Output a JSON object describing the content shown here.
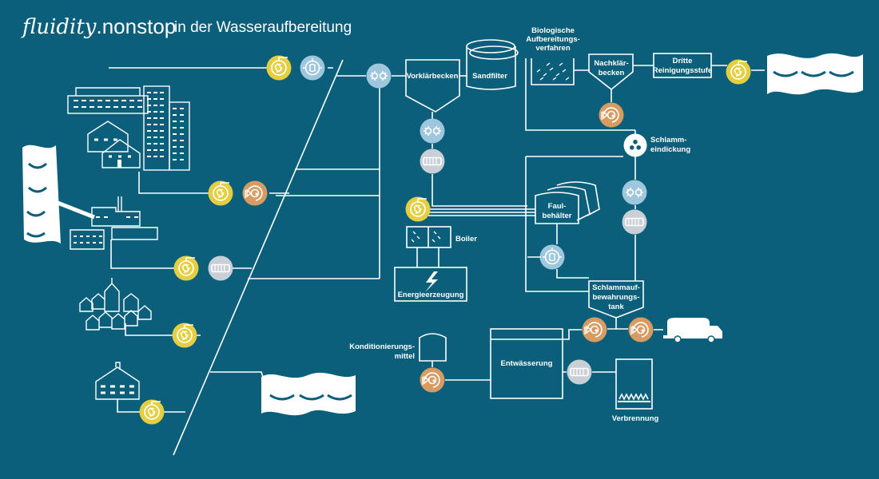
{
  "header": {
    "brand_part1": "fluidity",
    "brand_part2": ".nonstop",
    "subtitle": "in der Wasseraufbereitung"
  },
  "labels": {
    "vorklaerbecken": "Vorklärbecken",
    "sandfilter": "Sandfilter",
    "bio1": "Biologische",
    "bio2": "Aufbereitungs-",
    "bio3": "verfahren",
    "nach1": "Nachklär-",
    "nach2": "becken",
    "dritte1": "Dritte",
    "dritte2": "Reinigungsstufe",
    "schlamm1": "Schlamm-",
    "schlamm2": "eindickung",
    "faul1": "Faul-",
    "faul2": "behälter",
    "boiler": "Boiler",
    "energie": "Energieerzeugung",
    "tank1": "Schlammauf-",
    "tank2": "bewahrungs-",
    "tank3": "tank",
    "kond1": "Konditionierungs-",
    "kond2": "mittel",
    "entw": "Entwässerung",
    "verbr": "Verbrennung"
  },
  "icons": {
    "pump_yellow": "pump-icon",
    "pump_orange": "gear-pump-icon",
    "pump_grey": "screw-pump-icon",
    "valve_blue": "valve-icon",
    "mixer": "mixer-icon",
    "separator": "separator-icon"
  },
  "colors": {
    "background": "#0b5f7a",
    "yellow": "#e5cf41",
    "orange": "#d89b62",
    "grey": "#c9cfd6",
    "blue": "#9ec6dc",
    "line": "#ffffff"
  }
}
